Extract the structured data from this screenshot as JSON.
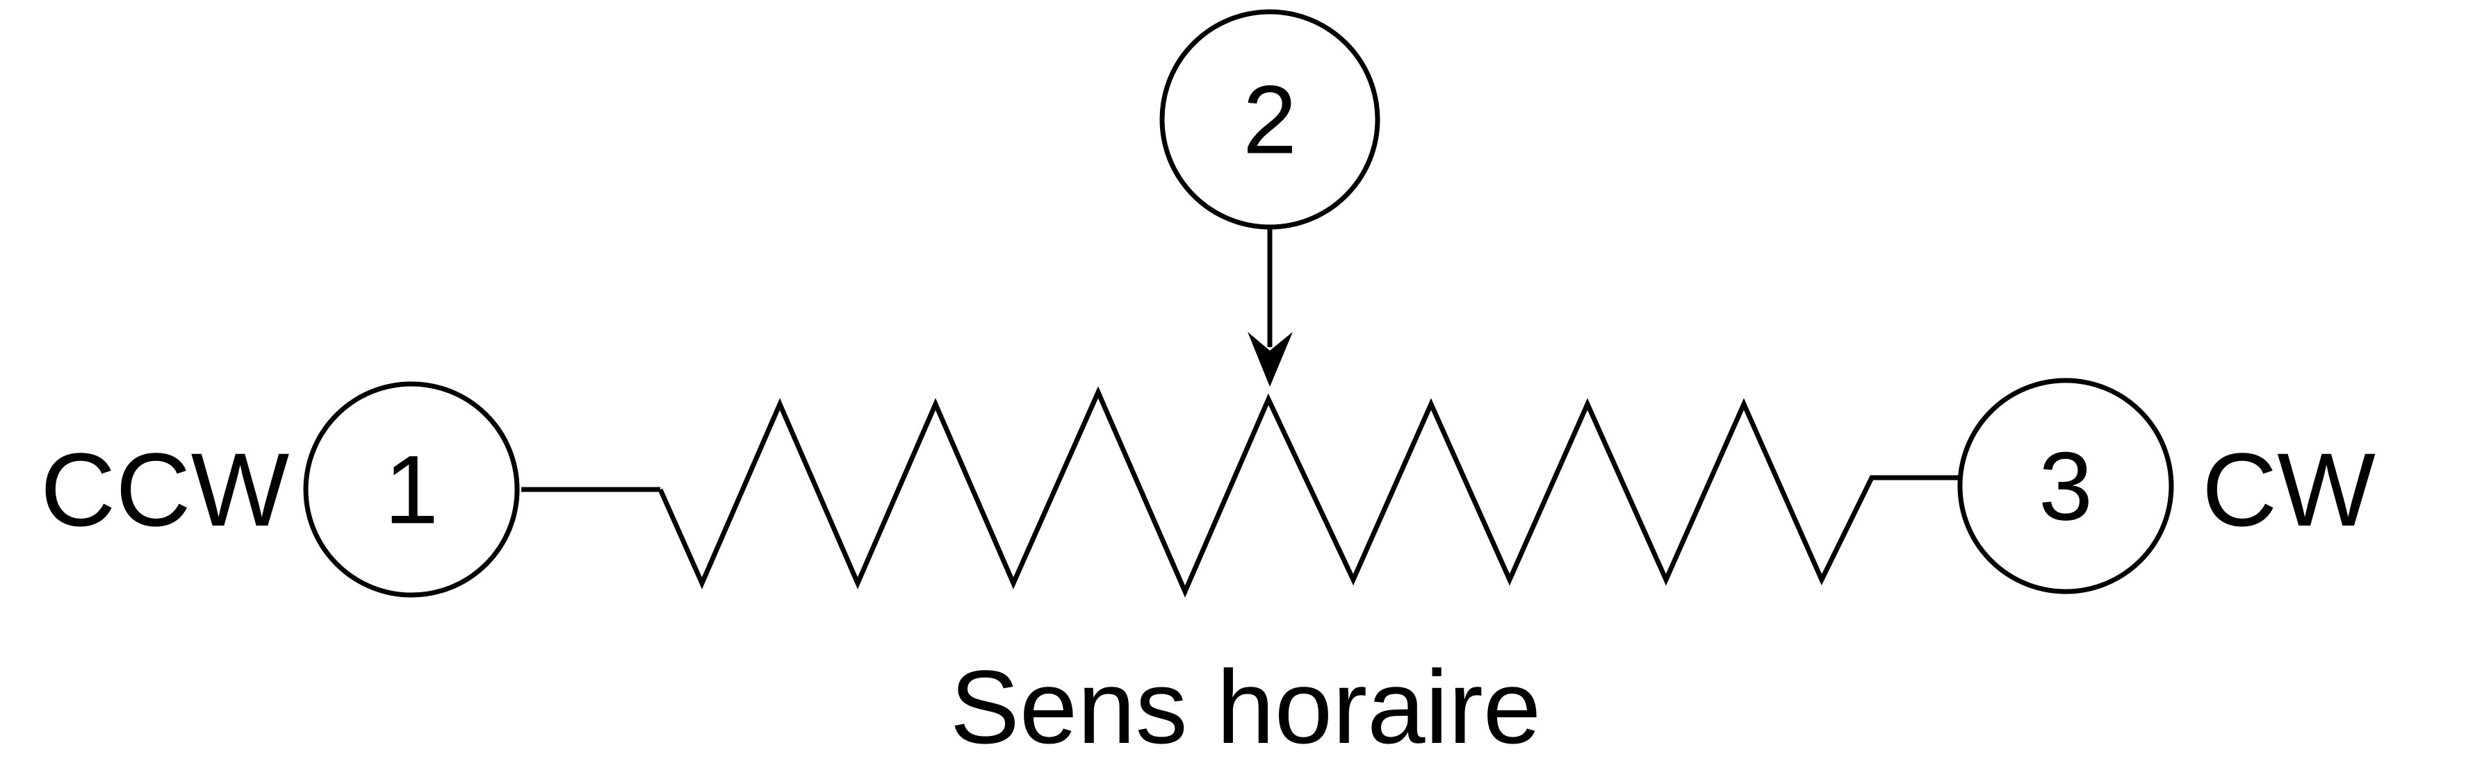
{
  "diagram": {
    "terminals": [
      {
        "number": "1"
      },
      {
        "number": "2"
      },
      {
        "number": "3"
      }
    ],
    "labels": {
      "left": "CCW",
      "right": "CW"
    },
    "caption": "Sens horaire"
  }
}
